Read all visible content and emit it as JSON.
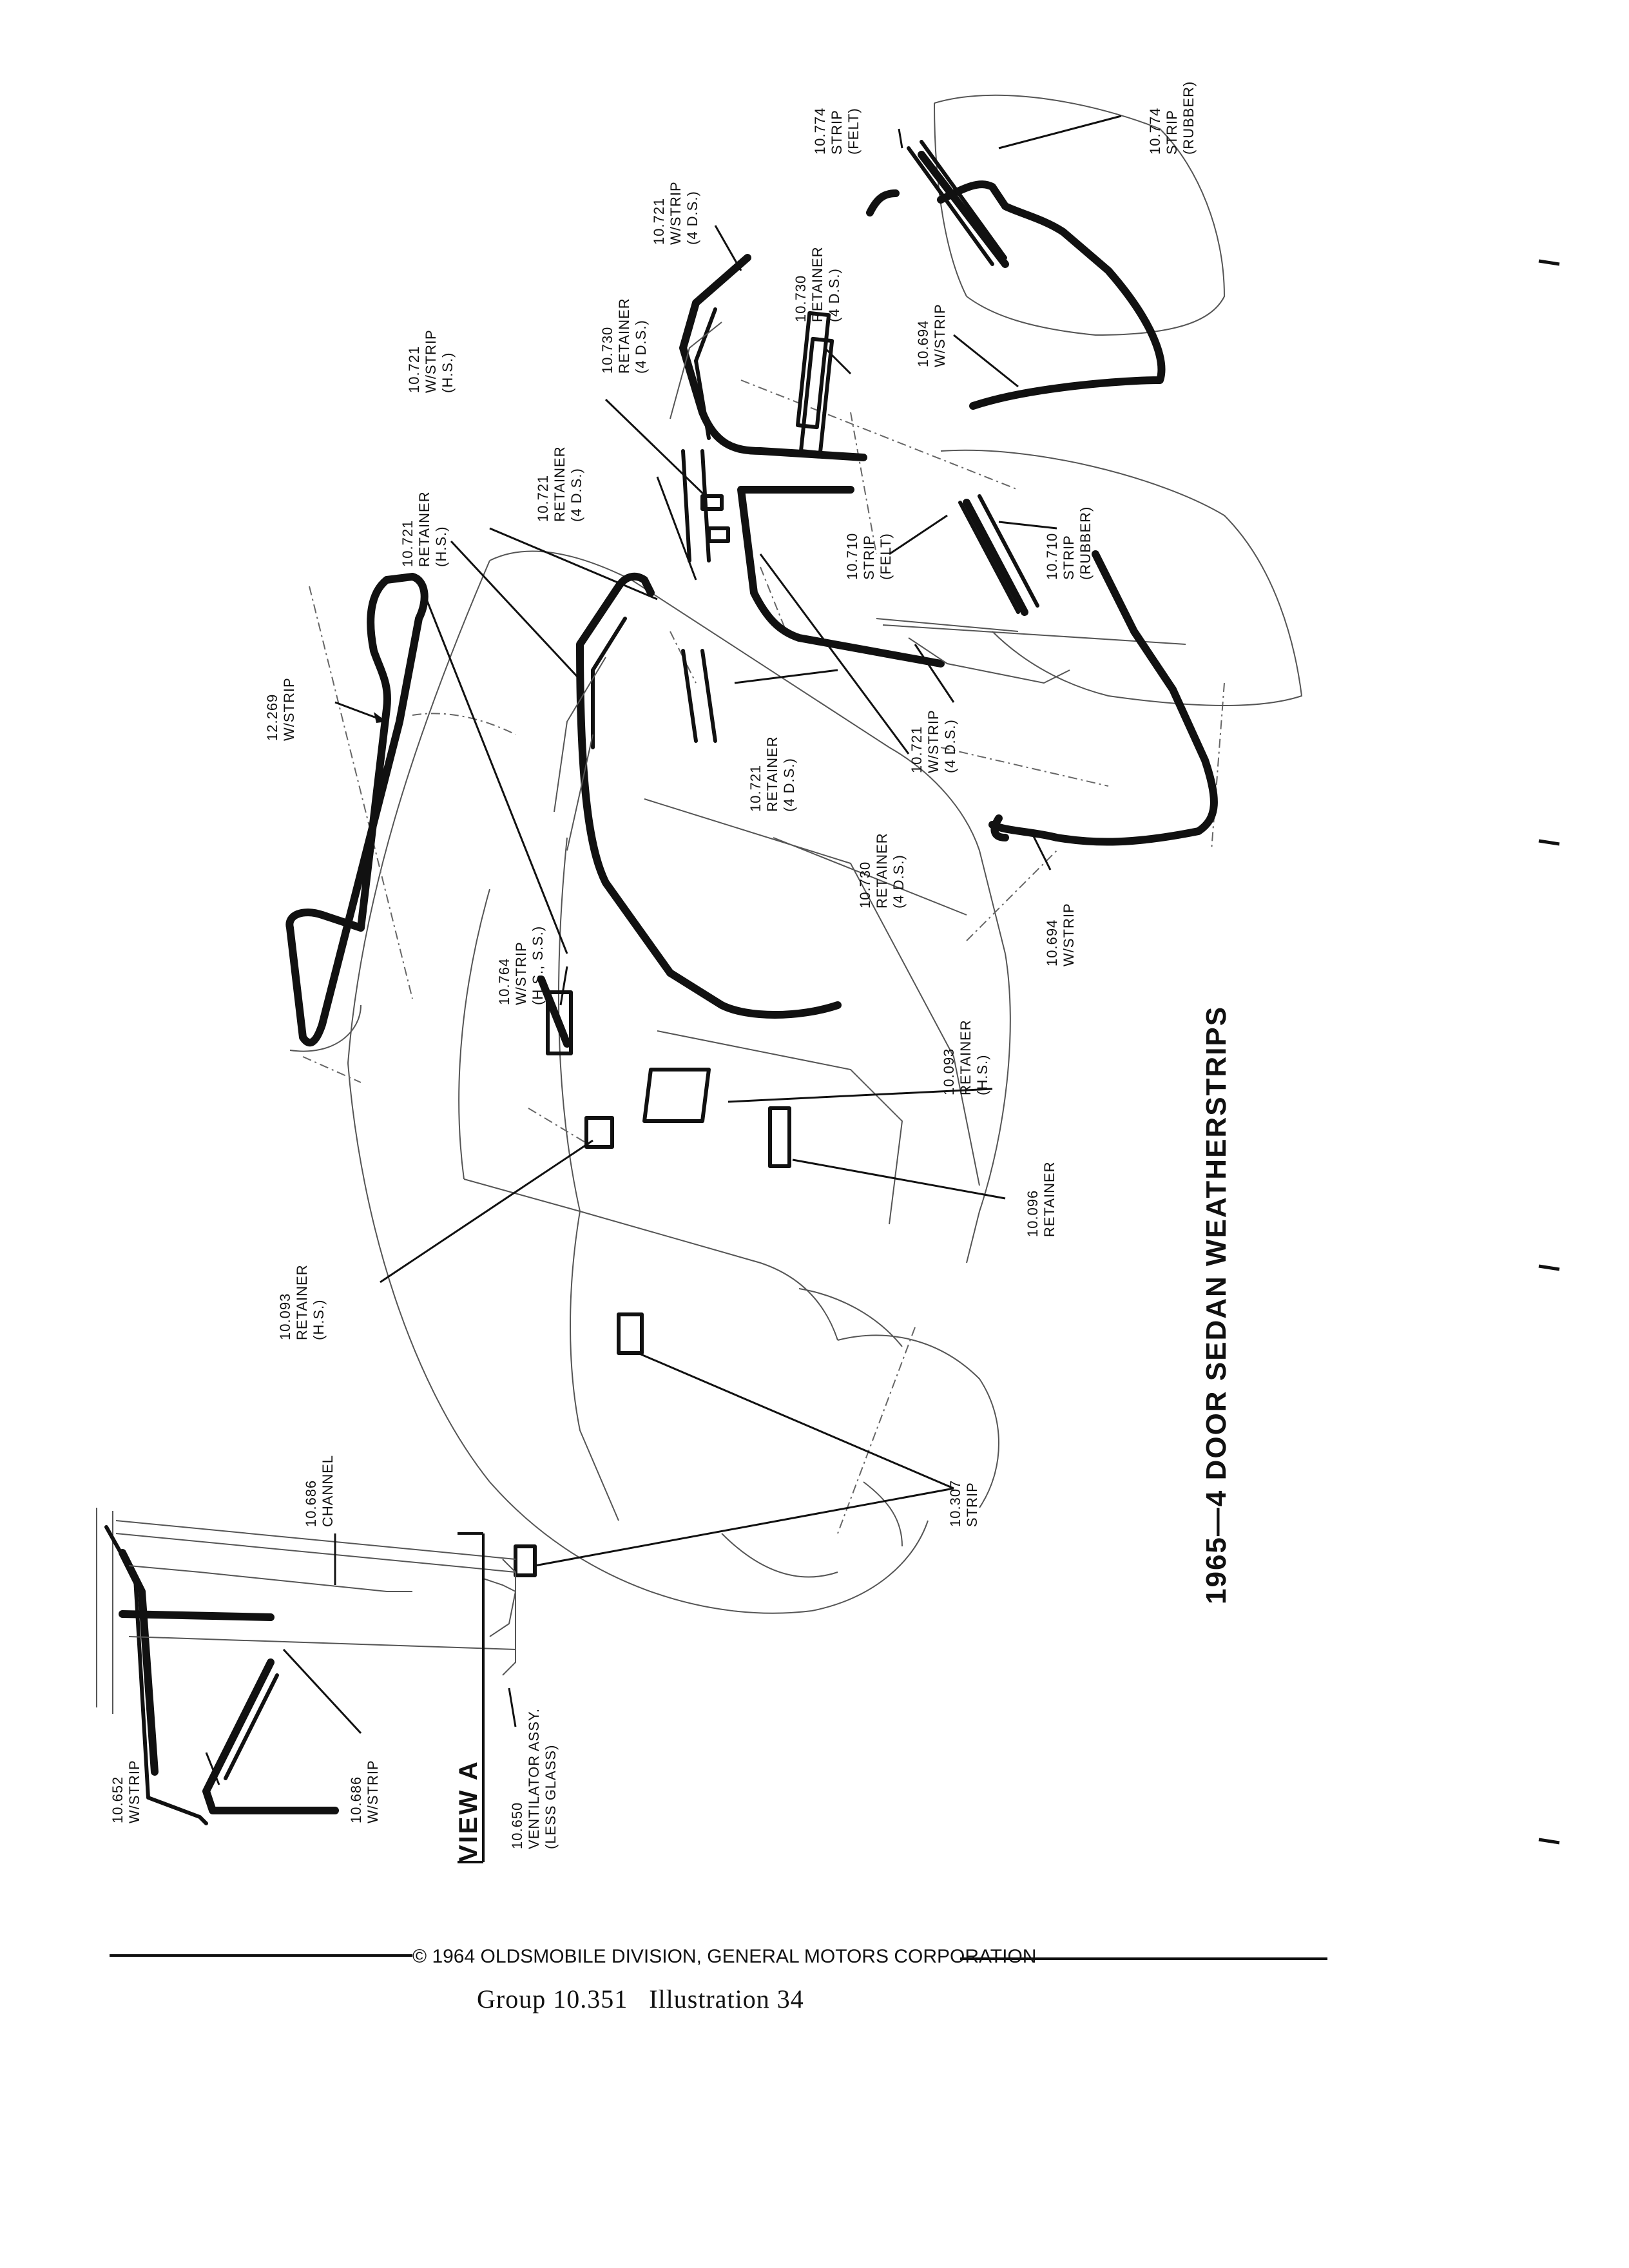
{
  "title": "1965—4 DOOR SEDAN WEATHERSTRIPS",
  "view_label": "VIEW A",
  "copyright": "© 1964 OLDSMOBILE DIVISION, GENERAL MOTORS CORPORATION",
  "caption": "Group 10.351   Illustration 34",
  "callouts": {
    "c_12269": [
      "12.269",
      "W/STRIP"
    ],
    "c_10721_hs_ret": [
      "10.721",
      "RETAINER",
      "(H.S.)"
    ],
    "c_10721_hs_ws": [
      "10.721",
      "W/STRIP",
      "(H.S.)"
    ],
    "c_10721_4ds_ret_top": [
      "10.721",
      "RETAINER",
      "(4 D.S.)"
    ],
    "c_10730_top": [
      "10.730",
      "RETAINER",
      "(4 D.S.)"
    ],
    "c_10721_4ds_ws_top": [
      "10.721",
      "W/STRIP",
      "(4 D.S.)"
    ],
    "c_10730_right": [
      "10.730",
      "RETAINER",
      "(4 D.S.)"
    ],
    "c_10774_felt": [
      "10.774",
      "STRIP",
      "(FELT)"
    ],
    "c_10774_rubber": [
      "10.774",
      "STRIP",
      "(RUBBER)"
    ],
    "c_10694_top": [
      "10.694",
      "W/STRIP"
    ],
    "c_10710_felt": [
      "10.710",
      "STRIP",
      "(FELT)"
    ],
    "c_10710_rubber": [
      "10.710",
      "STRIP",
      "(RUBBER)"
    ],
    "c_10721_4ds_ret_bot": [
      "10.721",
      "RETAINER",
      "(4 D.S.)"
    ],
    "c_10721_4ds_ws_bot": [
      "10.721",
      "W/STRIP",
      "(4 D.S.)"
    ],
    "c_10730_bot": [
      "10.730",
      "RETAINER",
      "(4 D.S.)"
    ],
    "c_10694_bot": [
      "10.694",
      "W/STRIP"
    ],
    "c_10764": [
      "10.764",
      "W/STRIP",
      "(H.S., S.S.)"
    ],
    "c_10093_right": [
      "10.093",
      "RETAINER",
      "(H.S.)"
    ],
    "c_10096": [
      "10.096",
      "RETAINER"
    ],
    "c_10093_left": [
      "10.093",
      "RETAINER",
      "(H.S.)"
    ],
    "c_10307": [
      "10.307",
      "STRIP"
    ],
    "c_10686_channel": [
      "10.686",
      "CHANNEL"
    ],
    "c_10652": [
      "10.652",
      "W/STRIP"
    ],
    "c_10686_ws": [
      "10.686",
      "W/STRIP"
    ],
    "c_10650": [
      "10.650",
      "VENTILATOR ASSY.",
      "(LESS GLASS)"
    ]
  }
}
